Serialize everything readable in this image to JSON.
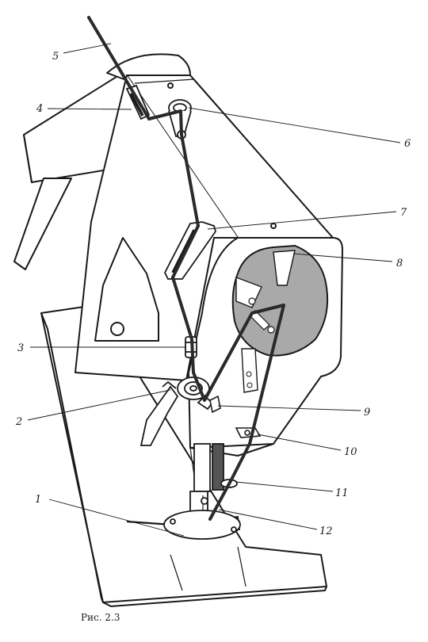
{
  "figure": {
    "caption": "Рис. 2.3",
    "callouts": [
      {
        "id": "1",
        "label": "1"
      },
      {
        "id": "2",
        "label": "2"
      },
      {
        "id": "3",
        "label": "3"
      },
      {
        "id": "4",
        "label": "4"
      },
      {
        "id": "5",
        "label": "5"
      },
      {
        "id": "6",
        "label": "6"
      },
      {
        "id": "7",
        "label": "7"
      },
      {
        "id": "8",
        "label": "8"
      },
      {
        "id": "9",
        "label": "9"
      },
      {
        "id": "10",
        "label": "10"
      },
      {
        "id": "11",
        "label": "11"
      },
      {
        "id": "12",
        "label": "12"
      }
    ]
  },
  "colors": {
    "ink": "#1a1a1a",
    "thread": "#2a2a2a",
    "plate_fill": "#a9a9a9",
    "paper": "#ffffff"
  }
}
